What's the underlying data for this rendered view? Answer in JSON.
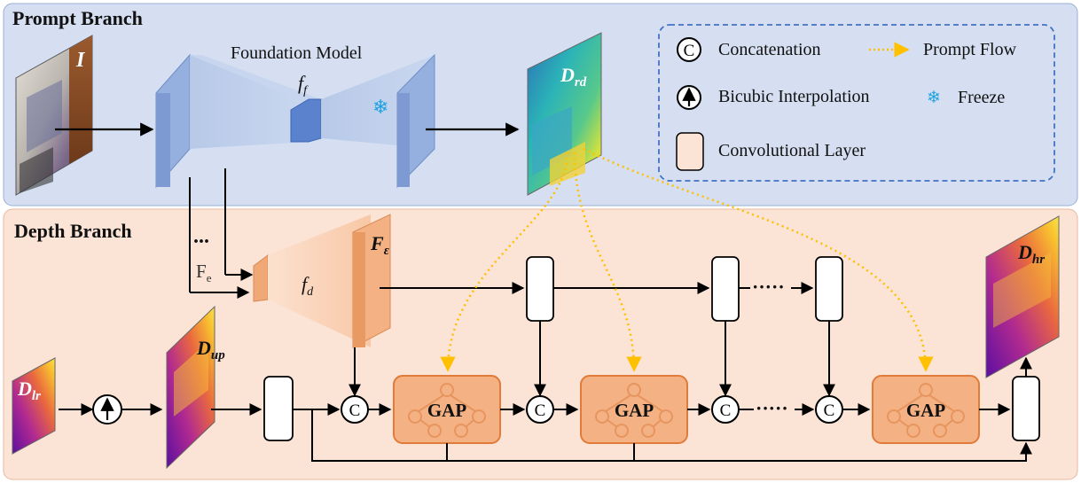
{
  "prompt_branch": {
    "title": "Prompt Branch",
    "input_label": "I",
    "model_title": "Foundation Model",
    "model_symbol_base": "f",
    "model_symbol_sub": "f",
    "output_label_base": "D",
    "output_label_sub": "rd"
  },
  "legend": {
    "concat_glyph": "C",
    "concatenation": "Concatenation",
    "prompt_flow": "Prompt Flow",
    "bicubic": "Bicubic Interpolation",
    "freeze": "Freeze",
    "conv": "Convolutional Layer"
  },
  "depth_branch": {
    "title": "Depth Branch",
    "encoder_features_base": "F",
    "encoder_features_sub": "e",
    "dots": "...",
    "decoder_symbol_base": "f",
    "decoder_symbol_sub": "d",
    "decoder_output_base": "F",
    "decoder_output_sub": "ε",
    "lr_label_base": "D",
    "lr_label_sub": "lr",
    "up_label_base": "D",
    "up_label_sub": "up",
    "hr_label_base": "D",
    "hr_label_sub": "hr",
    "gap_label": "GAP",
    "concat_glyph": "C",
    "chain_dots": "·····"
  },
  "colors": {
    "prompt_bg": "#d5dff1",
    "depth_bg": "#fbe3d6",
    "legend_border": "#4472c4",
    "encoder_blue": "#8faadc",
    "gap_fill": "#f4b183",
    "gap_border": "#e07b39",
    "flow_yellow": "#ffc000",
    "freeze_blue": "#1fa3e0",
    "decoder_orange": "#f4b183"
  }
}
